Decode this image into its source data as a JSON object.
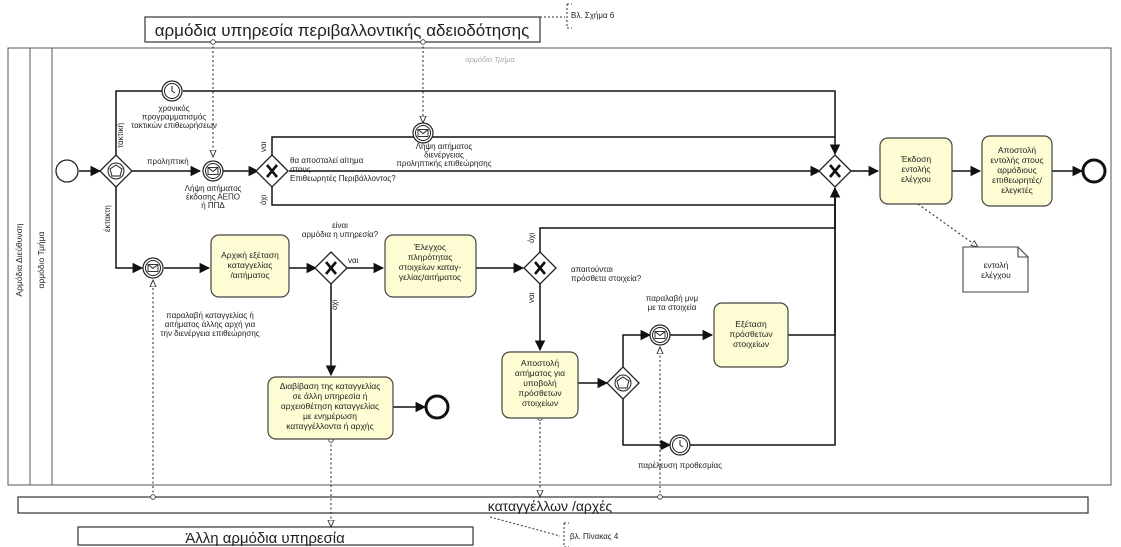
{
  "pools": {
    "top": "αρμόδια υπηρεσία περιβαλλοντικής αδειοδότησης",
    "bottom": "καταγγέλλων /αρχές",
    "bottom2": "Άλλη αρμόδια υπηρεσία"
  },
  "refs": {
    "top": "Βλ. Σχήμα 6",
    "bottom": "βλ. Πίνακας 4"
  },
  "lanes": {
    "outer": "Αρμόδια Διεύθυνση",
    "inner": "αρμόδιο Τμήμα",
    "watermark": "αρμόδιο Τμήμα"
  },
  "flows": {
    "taktiki": "τακτική",
    "proliptiki": "προληπτική",
    "ektakti": "έκτακτη",
    "nai": "ναι",
    "oxi": "όχι"
  },
  "events": {
    "timer1": [
      "χρονικός",
      "προγραμματισμός",
      "τακτικών επιθεωρήσεων"
    ],
    "msg_aepo": [
      "Λήψη αιτήματος",
      "έκδοσης ΑΕΠΟ",
      "ή ΠΠΔ"
    ],
    "msg_request": [
      "Λήψη αιτήματος",
      "διενέργειας",
      "προληπτικής επιθεώρησης"
    ],
    "msg_complaint": [
      "παραλαβή καταγγελίας ή",
      "αιτήματος άλλης αρχή για",
      "την διενέργεια επιθεώρησης"
    ],
    "msg_data": [
      "παραλαβή μνμ",
      "με τα στοιχεία"
    ],
    "timer_deadline": [
      "παρέλευση προθεσμίας"
    ]
  },
  "gateways": {
    "g1": [
      "θα αποσταλεί αίτημα",
      "στους",
      "Επιθεωρητές Περιβάλλοντος?"
    ],
    "g2": [
      "είναι",
      "αρμόδια η υπηρεσία?"
    ],
    "g3": [
      "απαιτούνται",
      "πρόσθετα στοιχεία?"
    ]
  },
  "tasks": {
    "t_initial": [
      "Αρχική εξέταση",
      "καταγγελίας",
      "/αιτήματος"
    ],
    "t_check": [
      "Έλεγχος",
      "πληρότητας",
      "στοιχείων καταγ-",
      "γελίας/αιτήματος"
    ],
    "t_forward": [
      "Διαβίβαση της καταγγελίας",
      "σε άλλη υπηρεσία ή",
      "αρχειοθέτηση καταγγελίας",
      "με ενημέρωση",
      "καταγγέλλοντα ή αρχής"
    ],
    "t_send_req": [
      "Αποστολή",
      "αιτήματος για",
      "υποβολή",
      "πρόσθετων",
      "στοιχείων"
    ],
    "t_examine": [
      "Εξέταση",
      "πρόσθετων",
      "στοιχείων"
    ],
    "t_issue": [
      "Έκδοση",
      "εντολής",
      "ελέγχου"
    ],
    "t_send_order": [
      "Αποστολή",
      "εντολής στους",
      "αρμόδιους",
      "επιθεωρητές/",
      "ελεγκτές"
    ]
  },
  "artifacts": {
    "doc": [
      "εντολή",
      "ελέγχου"
    ]
  },
  "colors": {
    "task_fill": "#fefcd2",
    "task_stroke": "#444444",
    "line": "#111111"
  }
}
